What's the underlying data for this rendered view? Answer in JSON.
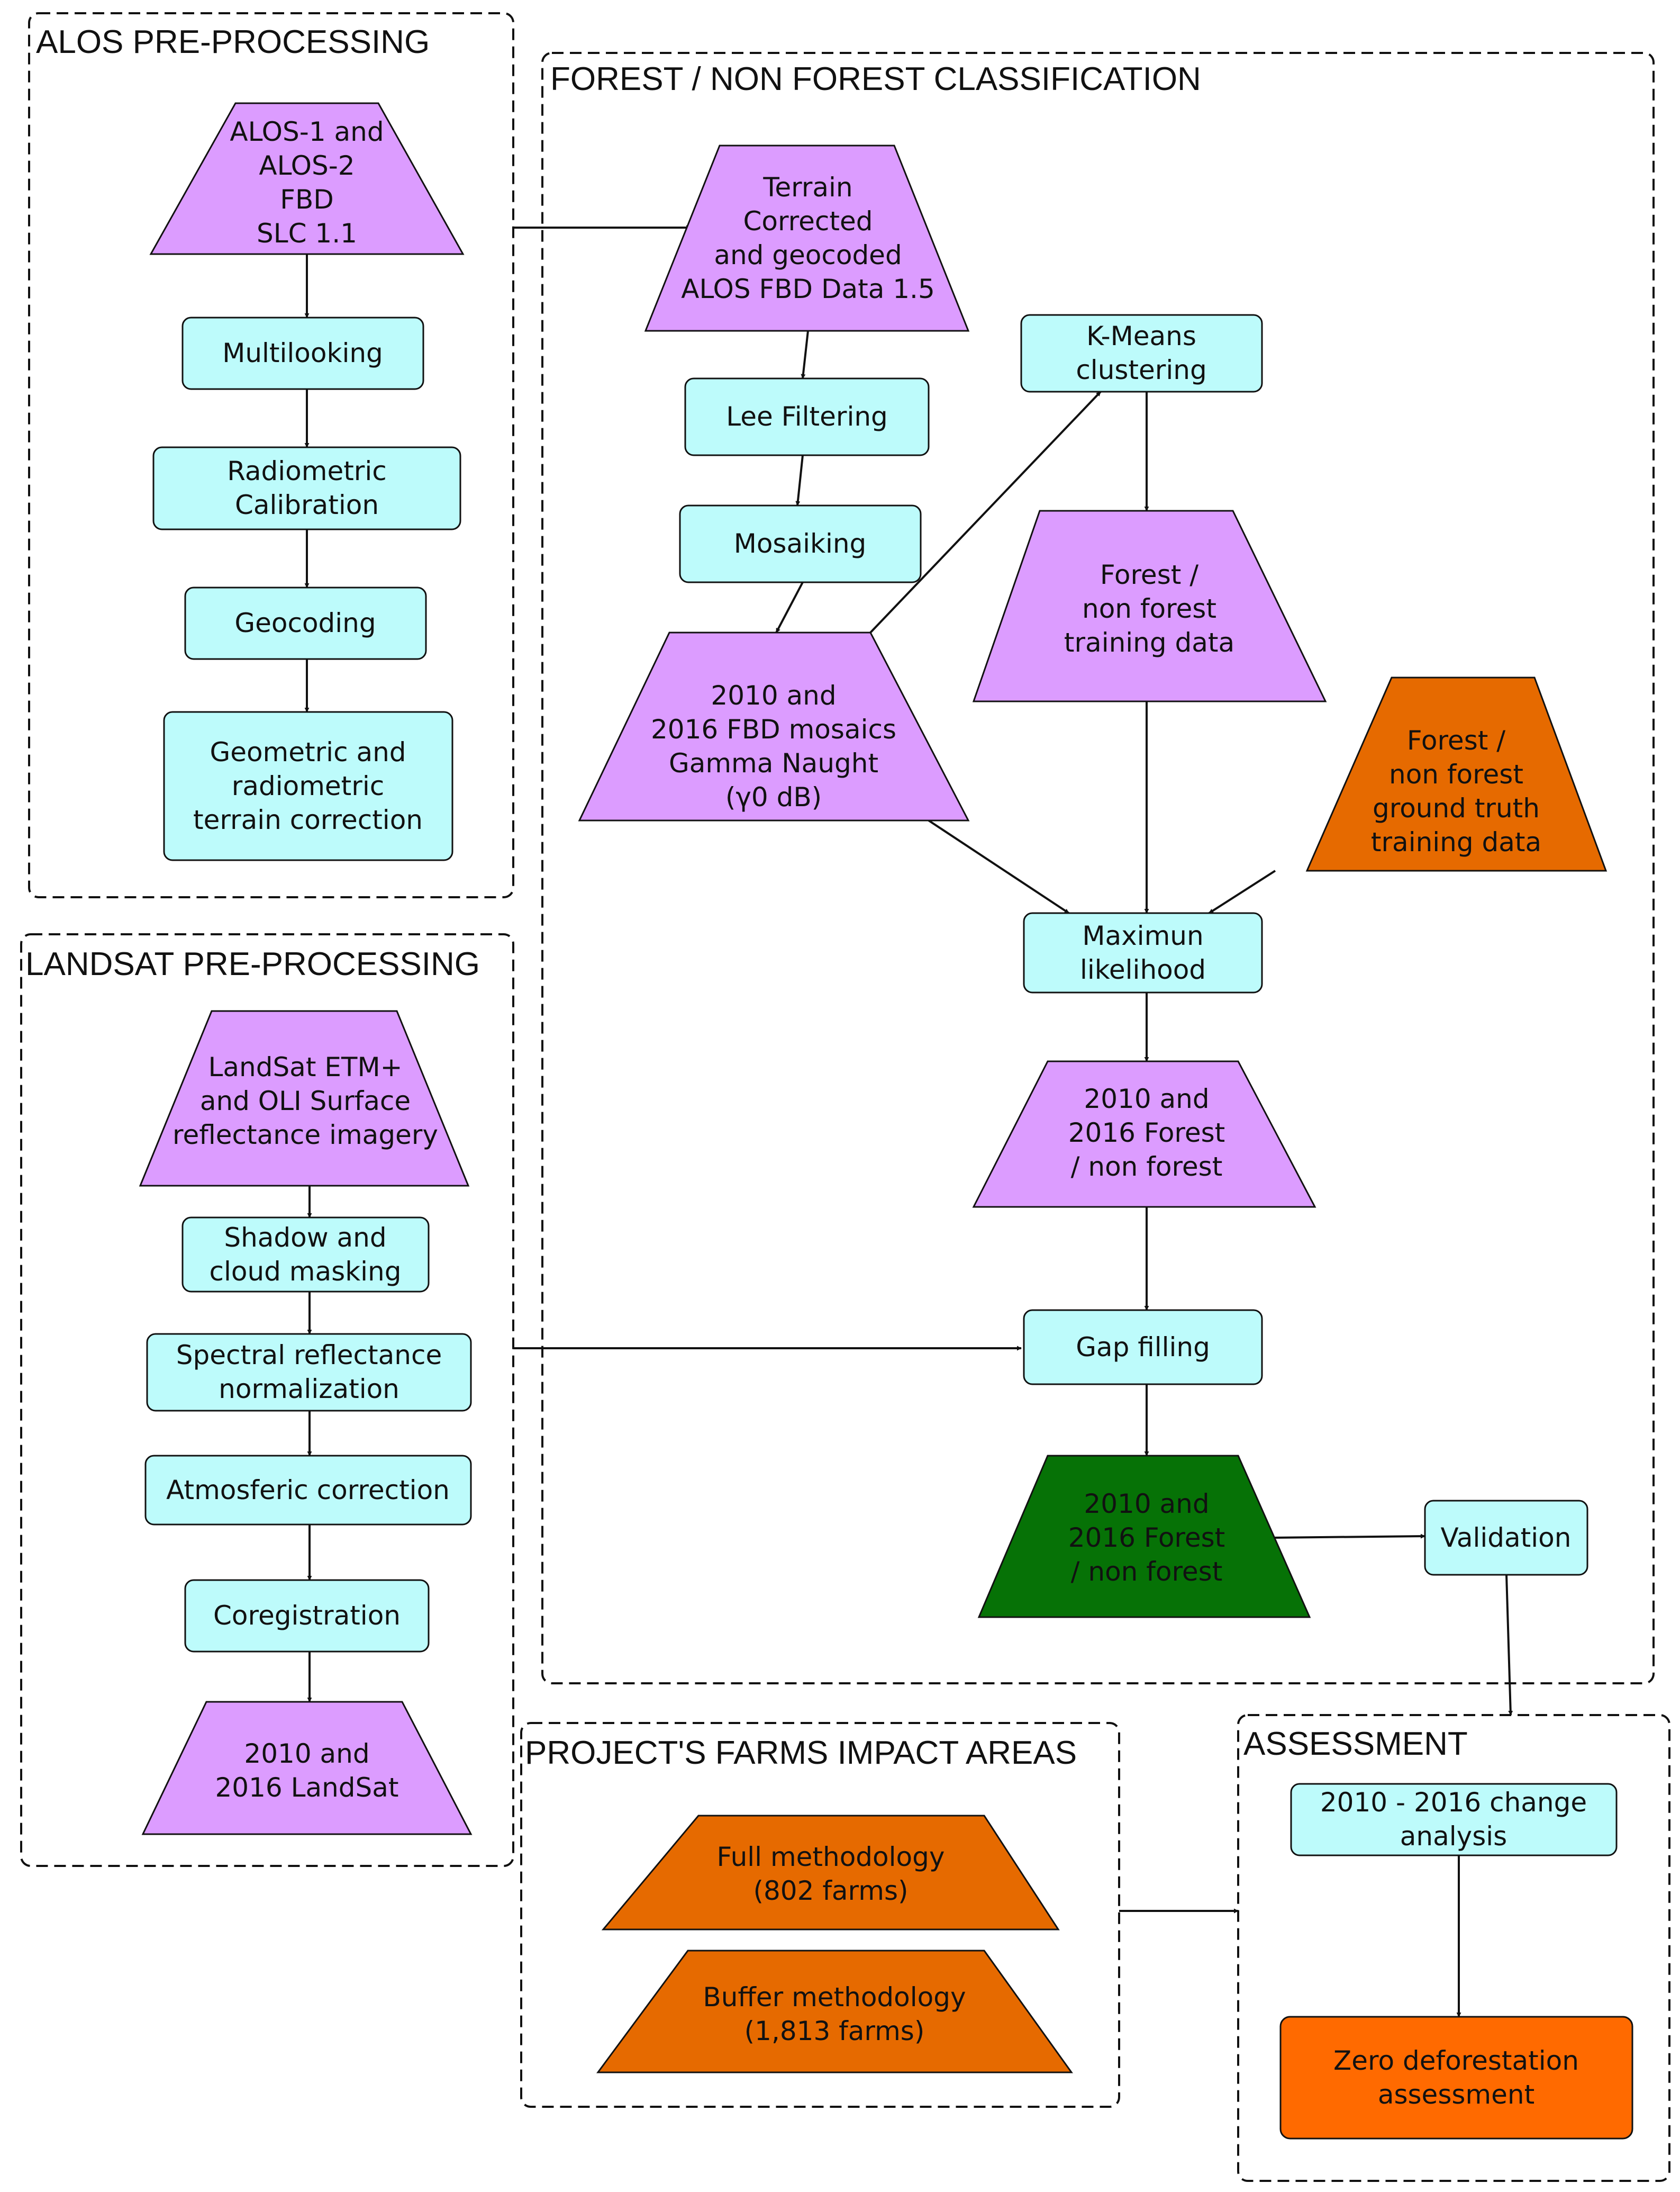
{
  "groups": {
    "alos": "ALOS PRE-PROCESSING",
    "forest": "FOREST / NON FOREST CLASSIFICATION",
    "landsat": "LANDSAT PRE-PROCESSING",
    "farms": "PROJECT'S FARMS IMPACT AREAS",
    "assessment": "ASSESSMENT"
  },
  "nodes": {
    "alos_input": [
      "ALOS-1 and",
      "ALOS-2",
      "FBD",
      "SLC 1.1"
    ],
    "multilooking": [
      "Multilooking"
    ],
    "radiometric_calibration": [
      "Radiometric",
      "Calibration"
    ],
    "geocoding": [
      "Geocoding"
    ],
    "terrain_correction": [
      "Geometric and",
      "radiometric",
      "terrain correction"
    ],
    "terrain_corrected_data": [
      "Terrain",
      "Corrected",
      "and geocoded",
      "ALOS FBD Data 1.5"
    ],
    "lee_filtering": [
      "Lee Filtering"
    ],
    "mosaiking": [
      "Mosaiking"
    ],
    "fbd_mosaics": [
      "2010 and",
      "2016 FBD mosaics",
      "Gamma Naught",
      "(γ0 dB)"
    ],
    "kmeans": [
      "K-Means",
      "clustering"
    ],
    "training_data": [
      "Forest /",
      "non forest",
      "training data"
    ],
    "ground_truth": [
      "Forest /",
      "non forest",
      "ground truth",
      "training data"
    ],
    "max_likelihood": [
      "Maximun",
      "likelihood"
    ],
    "forest_map_sar": [
      "2010 and",
      "2016 Forest",
      "/ non forest"
    ],
    "gap_filling": [
      "Gap filling"
    ],
    "forest_map_final": [
      "2010 and",
      "2016 Forest",
      "/ non forest"
    ],
    "validation": [
      "Validation"
    ],
    "landsat_input": [
      "LandSat ETM+",
      "and OLI Surface",
      "reflectance imagery"
    ],
    "shadow_cloud": [
      "Shadow and",
      "cloud masking"
    ],
    "spectral_norm": [
      "Spectral reflectance",
      "normalization"
    ],
    "atmos_correction": [
      "Atmosferic correction"
    ],
    "coregistration": [
      "Coregistration"
    ],
    "landsat_output": [
      "2010 and",
      "2016 LandSat"
    ],
    "full_methodology": [
      "Full methodology",
      "(802 farms)"
    ],
    "buffer_methodology": [
      "Buffer methodology",
      "(1,813 farms)"
    ],
    "change_analysis": [
      "2010 - 2016 change",
      "analysis"
    ],
    "zero_deforestation": [
      "Zero deforestation",
      "assessment"
    ]
  },
  "colors": {
    "process": "#bdfbfb",
    "data": "#dc9cff",
    "reference": "#e66a00",
    "final": "#067206",
    "result": "#ff6a00"
  }
}
